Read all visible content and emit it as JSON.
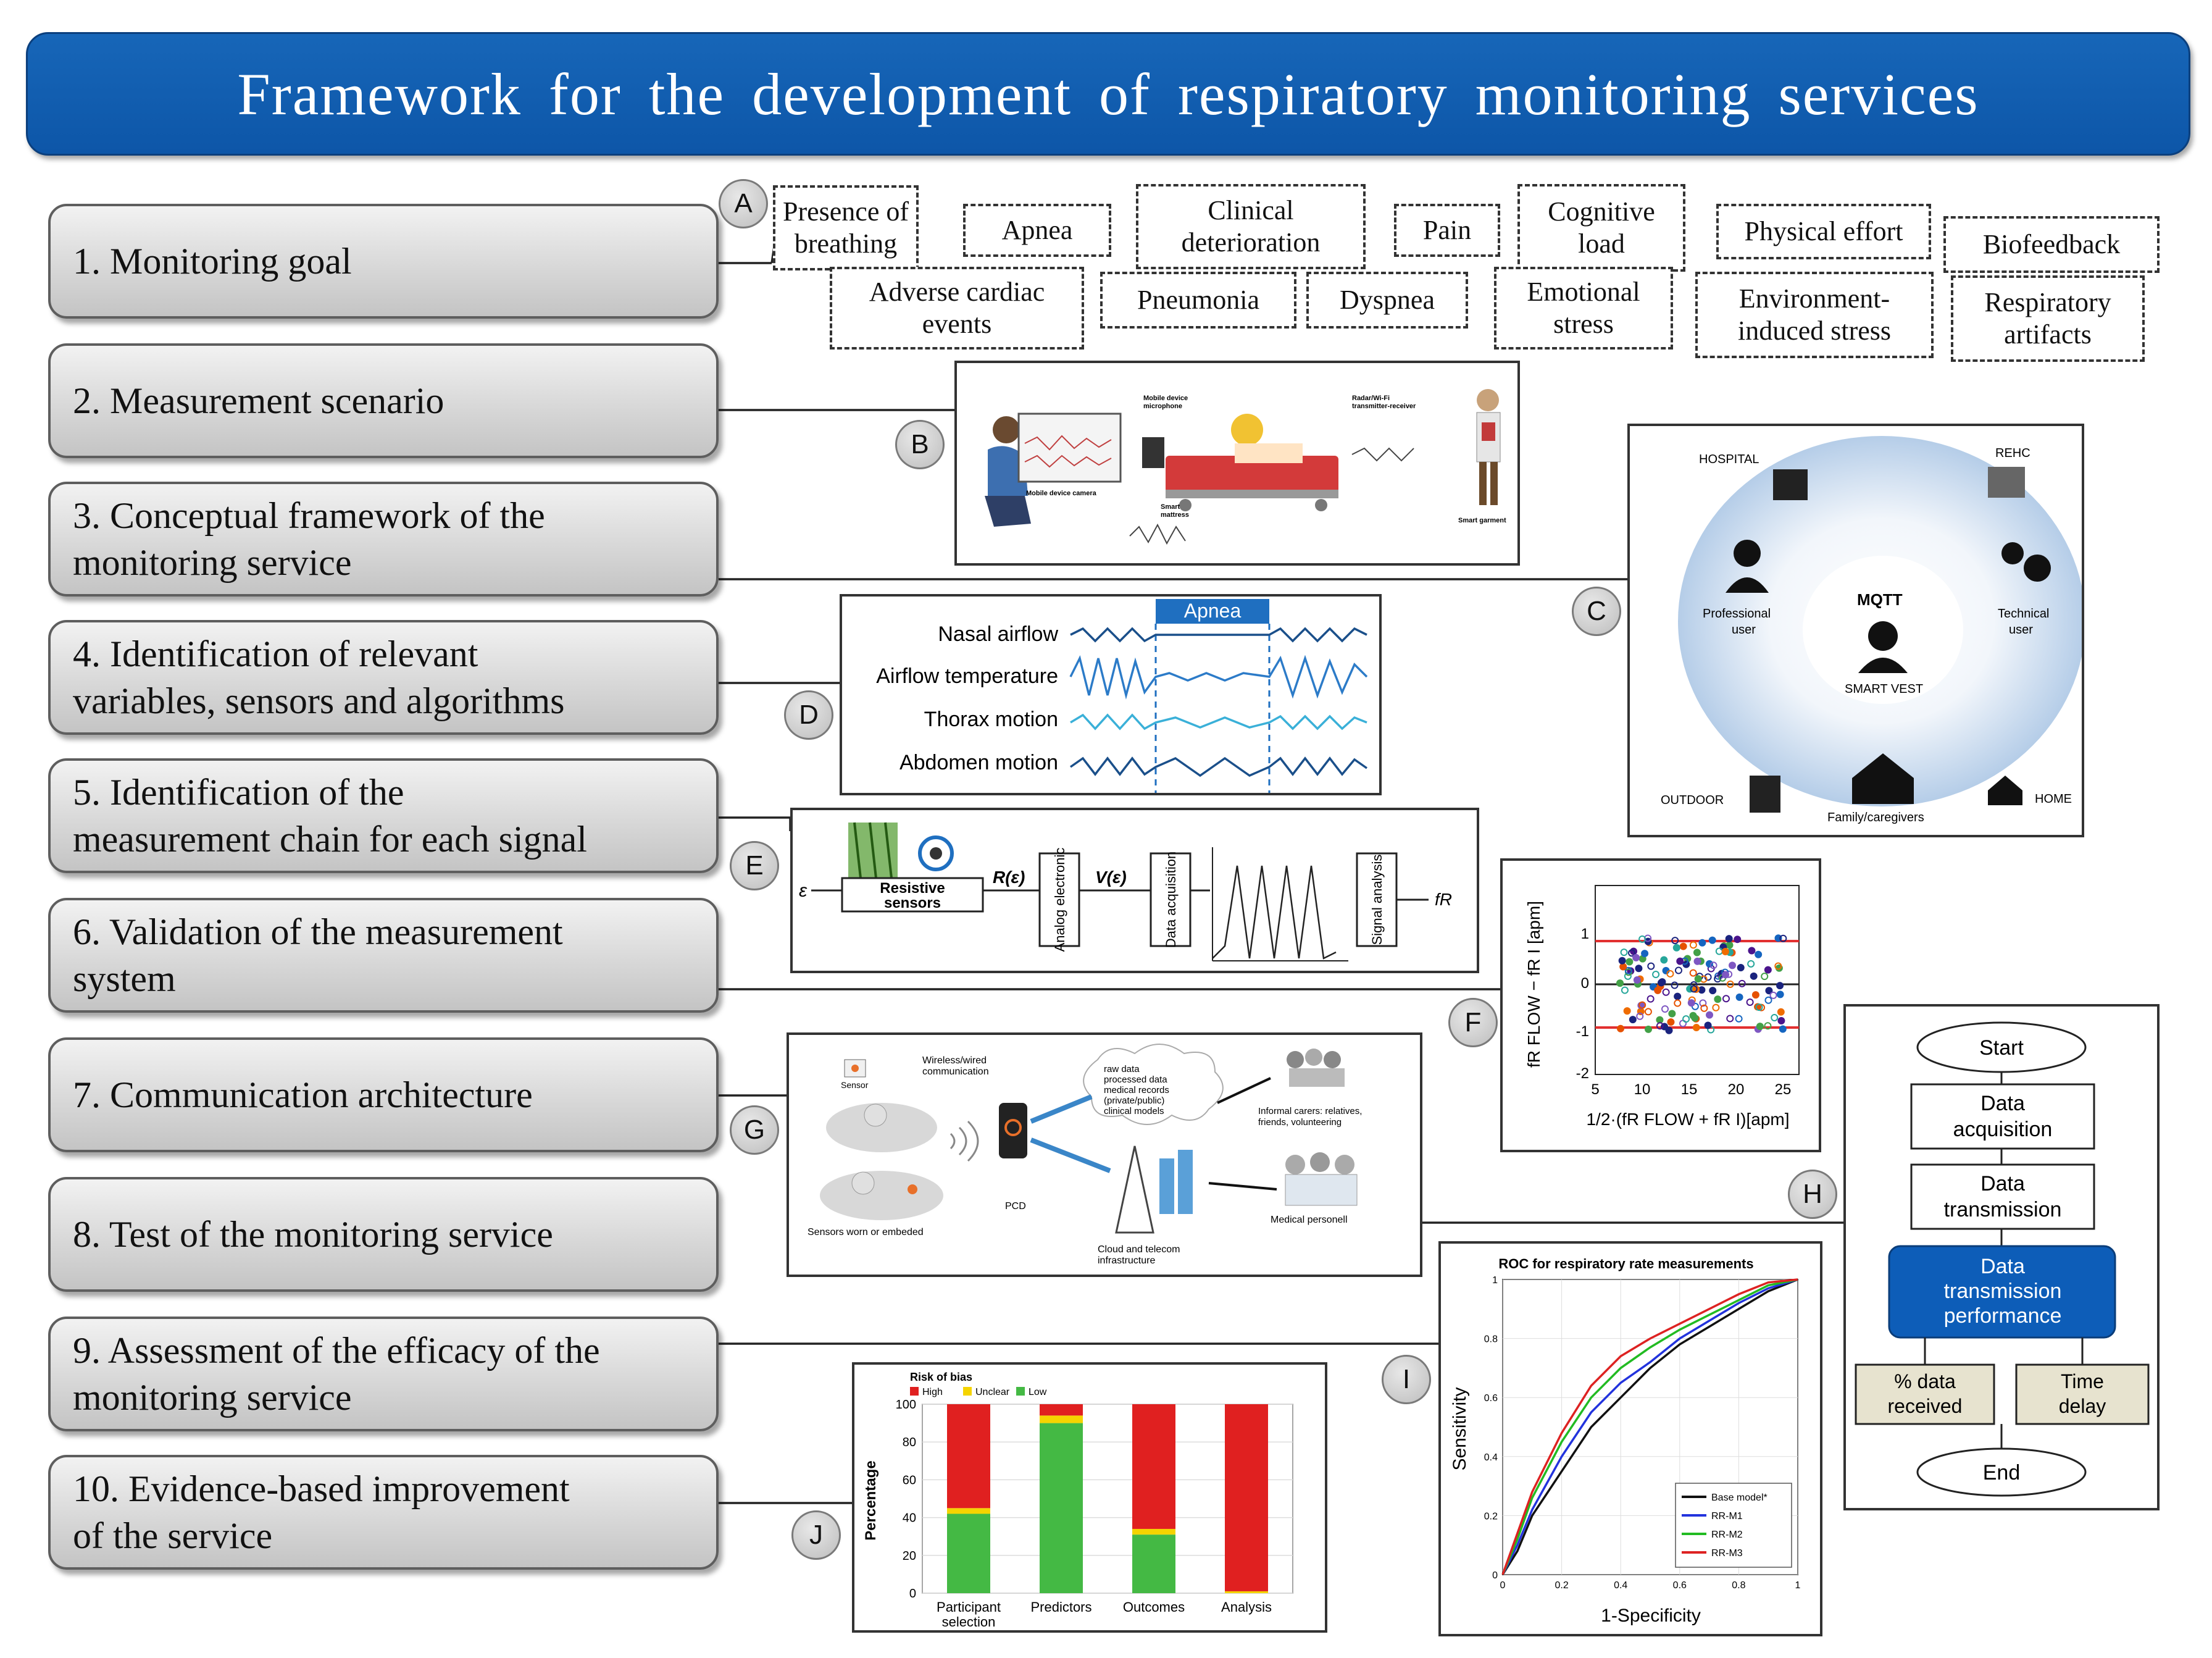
{
  "title": "Framework for the development of respiratory monitoring services",
  "steps": [
    "1. Monitoring  goal",
    "2. Measurement  scenario",
    "3. Conceptual  framework of the\nmonitoring  service",
    "4. Identification  of relevant\nvariables, sensors and algorithms",
    "5. Identification  of the\nmeasurement chain for each signal",
    "6. Validation  of the measurement\nsystem",
    "7. Communication  architecture",
    "8. Test of the monitoring  service",
    "9. Assessment  of the efficacy  of the\nmonitoring  service",
    "10. Evidence-based  improvement\nof the service"
  ],
  "badges": [
    "A",
    "B",
    "C",
    "D",
    "E",
    "F",
    "G",
    "H",
    "I",
    "J"
  ],
  "goals": {
    "presence": "Presence of\nbreathing",
    "apnea": "Apnea",
    "clinical": "Clinical\ndeterioration",
    "pain": "Pain",
    "cognitive": "Cognitive\nload",
    "physical": "Physical effort",
    "biofeedback": "Biofeedback",
    "adverse": "Adverse cardiac\nevents",
    "pneumonia": "Pneumonia",
    "dyspnea": "Dyspnea",
    "emotional": "Emotional\nstress",
    "environment": "Environment-\ninduced stress",
    "artifacts": "Respiratory\nartifacts"
  },
  "scenario": {
    "mobile_mic": "Mobile device\nmicrophone",
    "radar": "Radar/Wi-Fi\ntransmitter-receiver",
    "camera": "Mobile device camera",
    "mattress": "Smart\nmattress",
    "garment": "Smart garment"
  },
  "concept": {
    "hospital": "HOSPITAL",
    "rehc": "REHC",
    "professional": "Professional\nuser",
    "technical": "Technical\nuser",
    "mqtt": "MQTT",
    "vest": "SMART VEST",
    "outdoor": "OUTDOOR",
    "family": "Family/caregivers",
    "home": "HOME"
  },
  "signals": {
    "apnea_label": "Apnea",
    "names": [
      "Nasal airflow",
      "Airflow temperature",
      "Thorax motion",
      "Abdomen motion"
    ]
  },
  "chain": {
    "input": "ε",
    "sensors": "Resistive\nsensors",
    "r": "R(ε)",
    "analog": "Analog\nelectronic",
    "v": "V(ε)",
    "daq": "Data\nacquisition",
    "signal": "Signal\nanalysis",
    "output": "fR"
  },
  "validation": {
    "ylabel": "fR FLOW − fR I [apm]",
    "xlabel": "1/2·(fR FLOW + fR I)[apm]",
    "yticks": [
      "1",
      "0",
      "-1",
      "-2"
    ],
    "xticks": [
      "5",
      "10",
      "15",
      "20",
      "25"
    ]
  },
  "comms": {
    "sensor": "Sensor",
    "wireless": "Wireless/wired\ncommunication",
    "cloud_text": "raw data\nprocessed data\nmedical records\n(private/public)\nclinical models",
    "informal": "Informal carers: relatives,\nfriends, volunteering",
    "worn": "Sensors worn or embeded",
    "pcd": "PCD",
    "infra": "Cloud and telecom\ninfrastructure",
    "medical": "Medical personell"
  },
  "flow": {
    "start": "Start",
    "acq": "Data\nacquisition",
    "trans": "Data\ntransmission",
    "perf": "Data\ntransmission\nperformance",
    "received": "% data\nreceived",
    "delay": "Time\ndelay",
    "end": "End"
  },
  "roc": {
    "title": "ROC for respiratory rate measurements",
    "xlabel": "1-Specificity",
    "ylabel": "Sensitivity",
    "legend": [
      "Base model*",
      "RR-M1",
      "RR-M2",
      "RR-M3"
    ],
    "colors": [
      "#111111",
      "#2233dd",
      "#22bb22",
      "#dd2222"
    ],
    "ticks": [
      "0",
      "0.2",
      "0.4",
      "0.6",
      "0.8",
      "1"
    ]
  },
  "bias": {
    "legend_title": "Risk of bias",
    "legend": [
      "High",
      "Unclear",
      "Low"
    ],
    "colors": {
      "high": "#e02020",
      "unclear": "#f5d400",
      "low": "#44b944"
    },
    "ylabel": "Percentage",
    "yticks": [
      "0",
      "20",
      "40",
      "60",
      "80",
      "100"
    ],
    "categories": [
      "Participant\nselection",
      "Predictors",
      "Outcomes",
      "Analysis"
    ],
    "low": [
      42,
      90,
      31,
      0
    ],
    "unclear": [
      3,
      4,
      3,
      1
    ],
    "high": [
      55,
      6,
      66,
      99
    ]
  }
}
